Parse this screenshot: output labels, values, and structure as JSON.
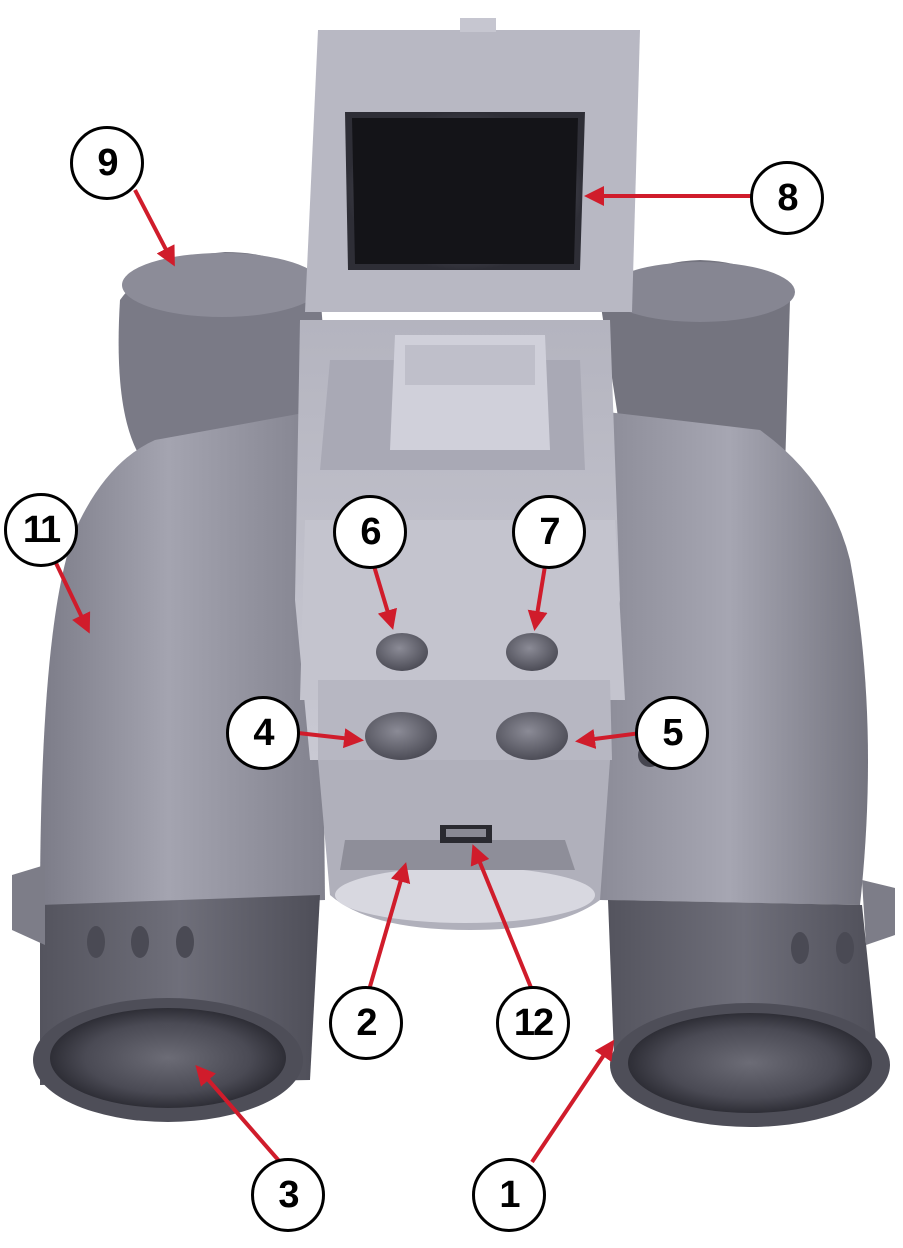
{
  "callouts": [
    {
      "id": "c9",
      "label": "9"
    },
    {
      "id": "c8",
      "label": "8"
    },
    {
      "id": "c11",
      "label": "11"
    },
    {
      "id": "c6",
      "label": "6"
    },
    {
      "id": "c7",
      "label": "7"
    },
    {
      "id": "c4",
      "label": "4"
    },
    {
      "id": "c5",
      "label": "5"
    },
    {
      "id": "c2",
      "label": "2"
    },
    {
      "id": "c12",
      "label": "12"
    },
    {
      "id": "c3",
      "label": "3"
    },
    {
      "id": "c1",
      "label": "1"
    }
  ],
  "colors": {
    "arrow": "#d01c2b",
    "body_silver": "#9a9aa6",
    "body_light": "#c3c3cd",
    "rubber_dark": "#5e5e68",
    "screen": "#141418"
  }
}
